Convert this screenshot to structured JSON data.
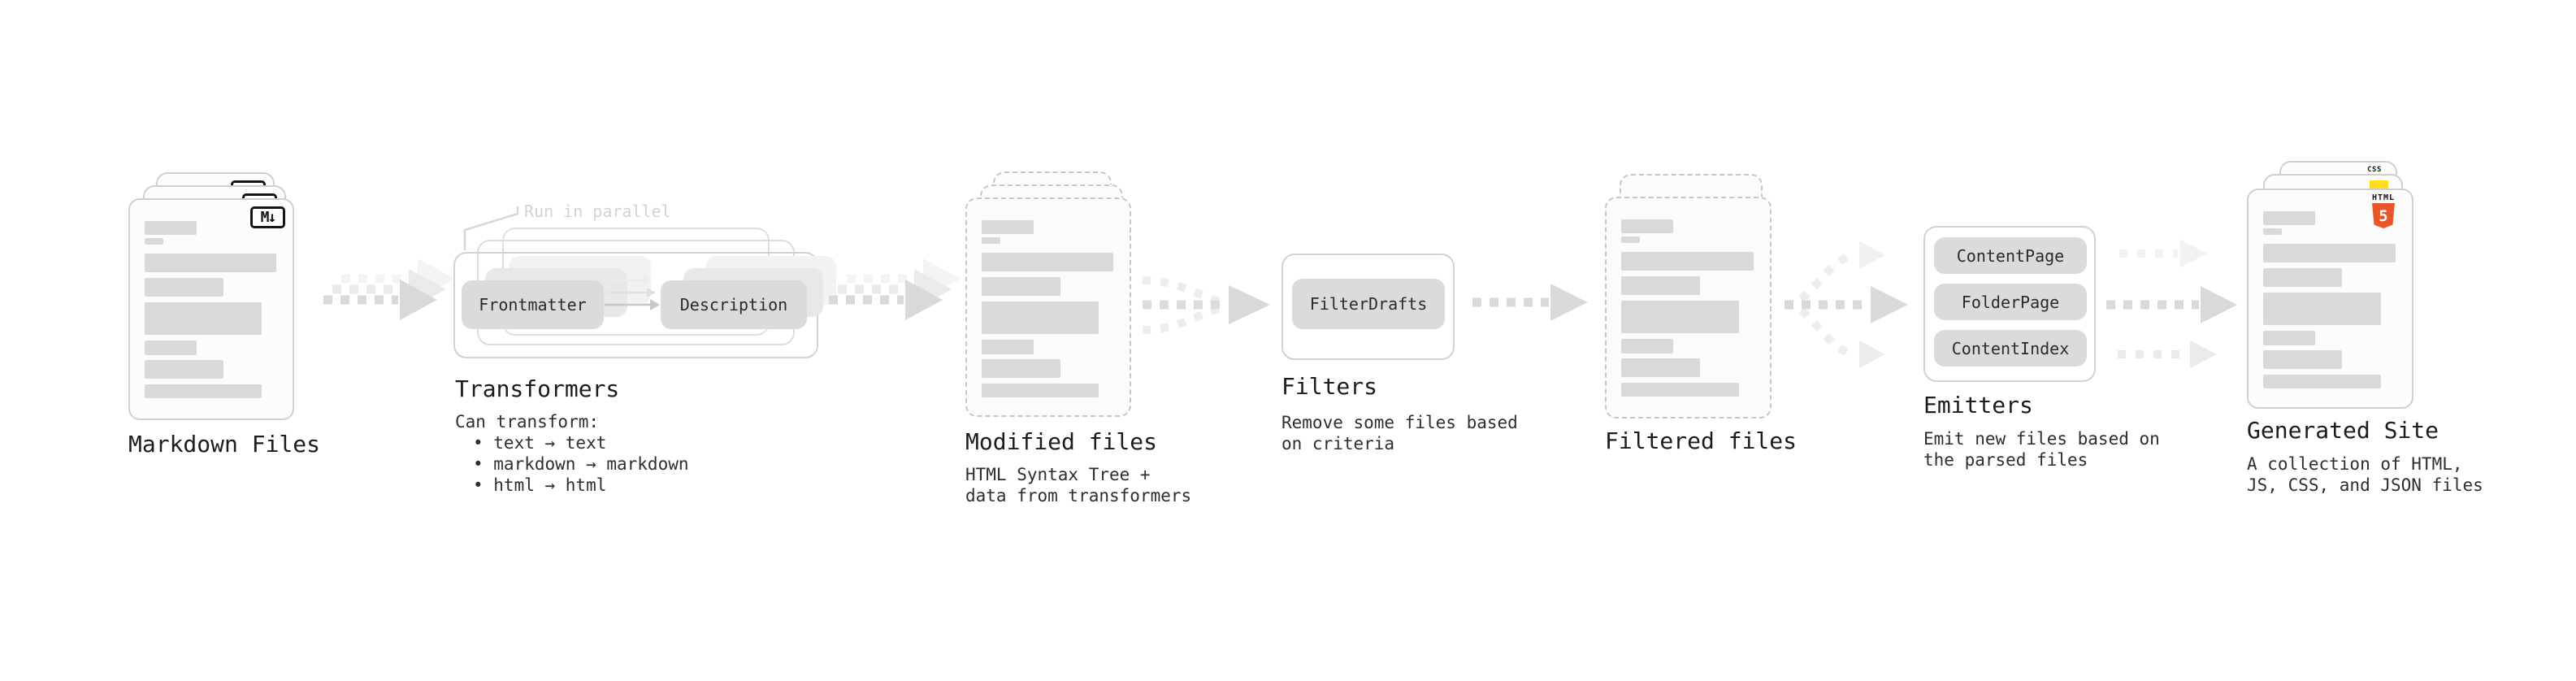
{
  "stages": {
    "markdown_files": {
      "title": "Markdown Files",
      "badge_label": "M↓"
    },
    "transformers": {
      "title": "Transformers",
      "parallel_note": "Run in parallel",
      "pill_left": "Frontmatter",
      "pill_right": "Description",
      "desc_heading": "Can transform:",
      "bullets": [
        "• text → text",
        "• markdown → markdown",
        "• html → html"
      ]
    },
    "modified_files": {
      "title": "Modified files",
      "desc": "HTML Syntax Tree +\ndata from transformers"
    },
    "filters": {
      "title": "Filters",
      "pill": "FilterDrafts",
      "desc": "Remove some files based\non criteria"
    },
    "filtered_files": {
      "title": "Filtered files"
    },
    "emitters": {
      "title": "Emitters",
      "pills": [
        "ContentPage",
        "FolderPage",
        "ContentIndex"
      ],
      "desc": "Emit new files based on\nthe parsed files"
    },
    "generated_site": {
      "title": "Generated Site",
      "desc": "A collection of HTML,\nJS, CSS, and JSON files",
      "badge_css": "CSS",
      "badge_html_word": "HTML",
      "badge_html_number": "5"
    }
  },
  "placeholder_bars": [
    {
      "w": 39,
      "h": 17,
      "mb": 4
    },
    {
      "w": 14,
      "h": 8,
      "mb": 11
    },
    {
      "w": 99,
      "h": 23,
      "mb": 7
    },
    {
      "w": 59,
      "h": 23,
      "mb": 7
    },
    {
      "w": 88,
      "h": 40,
      "mb": 7
    },
    {
      "w": 39,
      "h": 18,
      "mb": 6
    },
    {
      "w": 59,
      "h": 23,
      "mb": 7
    },
    {
      "w": 88,
      "h": 17,
      "mb": 0
    }
  ],
  "colors": {
    "arrow_main": "#d9d9d9",
    "arrow_light": "#eaeaea",
    "arrow_lighter": "#f4f4f4",
    "pill_fill": "#dbdbdb",
    "card_border": "#cfcfcf",
    "html5_orange": "#e8562a",
    "js_yellow": "#ffdf1b",
    "css_blue": "#2962ff"
  }
}
